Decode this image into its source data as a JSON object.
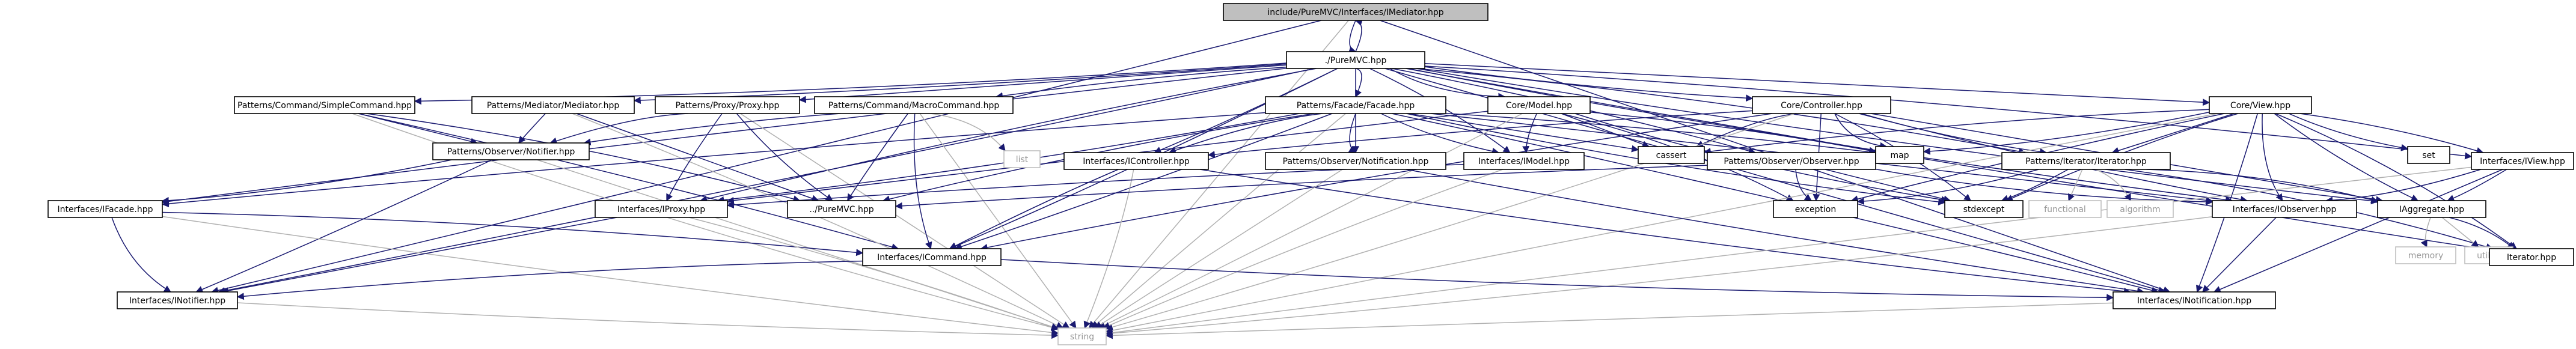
{
  "graph": {
    "root": "include/PureMVC/Interfaces/IMediator.hpp",
    "nodes": [
      {
        "id": "IMediator",
        "label": "include/PureMVC/Interfaces/IMediator.hpp",
        "kind": "root"
      },
      {
        "id": "PureMVC",
        "label": "./PureMVC.hpp",
        "kind": "file"
      },
      {
        "id": "SimpleCommand",
        "label": "Patterns/Command/SimpleCommand.hpp",
        "kind": "file"
      },
      {
        "id": "Mediator",
        "label": "Patterns/Mediator/Mediator.hpp",
        "kind": "file"
      },
      {
        "id": "Proxy",
        "label": "Patterns/Proxy/Proxy.hpp",
        "kind": "file"
      },
      {
        "id": "MacroCommand",
        "label": "Patterns/Command/MacroCommand.hpp",
        "kind": "file"
      },
      {
        "id": "Facade",
        "label": "Patterns/Facade/Facade.hpp",
        "kind": "file"
      },
      {
        "id": "Model",
        "label": "Core/Model.hpp",
        "kind": "file"
      },
      {
        "id": "Controller",
        "label": "Core/Controller.hpp",
        "kind": "file"
      },
      {
        "id": "View",
        "label": "Core/View.hpp",
        "kind": "file"
      },
      {
        "id": "Notifier",
        "label": "Patterns/Observer/Notifier.hpp",
        "kind": "file"
      },
      {
        "id": "list",
        "label": "list",
        "kind": "system"
      },
      {
        "id": "IController",
        "label": "Interfaces/IController.hpp",
        "kind": "file"
      },
      {
        "id": "Notification",
        "label": "Patterns/Observer/Notification.hpp",
        "kind": "file"
      },
      {
        "id": "IModel",
        "label": "Interfaces/IModel.hpp",
        "kind": "file"
      },
      {
        "id": "cassert",
        "label": "cassert",
        "kind": "file"
      },
      {
        "id": "Observer",
        "label": "Patterns/Observer/Observer.hpp",
        "kind": "file"
      },
      {
        "id": "map",
        "label": "map",
        "kind": "file"
      },
      {
        "id": "Iterator",
        "label": "Patterns/Iterator/Iterator.hpp",
        "kind": "file"
      },
      {
        "id": "set",
        "label": "set",
        "kind": "file"
      },
      {
        "id": "IView",
        "label": "Interfaces/IView.hpp",
        "kind": "file"
      },
      {
        "id": "IFacade",
        "label": "Interfaces/IFacade.hpp",
        "kind": "file"
      },
      {
        "id": "IProxy",
        "label": "Interfaces/IProxy.hpp",
        "kind": "file"
      },
      {
        "id": "PureMVC2",
        "label": "../PureMVC.hpp",
        "kind": "file"
      },
      {
        "id": "exception",
        "label": "exception",
        "kind": "file"
      },
      {
        "id": "stdexcept",
        "label": "stdexcept",
        "kind": "file"
      },
      {
        "id": "functional",
        "label": "functional",
        "kind": "system"
      },
      {
        "id": "algorithm",
        "label": "algorithm",
        "kind": "system"
      },
      {
        "id": "IObserver",
        "label": "Interfaces/IObserver.hpp",
        "kind": "file"
      },
      {
        "id": "IAggregate",
        "label": "IAggregate.hpp",
        "kind": "file"
      },
      {
        "id": "ICommand",
        "label": "Interfaces/ICommand.hpp",
        "kind": "file"
      },
      {
        "id": "memory",
        "label": "memory",
        "kind": "system"
      },
      {
        "id": "utility",
        "label": "utility",
        "kind": "system"
      },
      {
        "id": "IteratorHpp",
        "label": "Iterator.hpp",
        "kind": "file"
      },
      {
        "id": "INotifier",
        "label": "Interfaces/INotifier.hpp",
        "kind": "file"
      },
      {
        "id": "INotification",
        "label": "Interfaces/INotification.hpp",
        "kind": "file"
      },
      {
        "id": "string",
        "label": "string",
        "kind": "system"
      }
    ],
    "edges": [
      [
        "IMediator",
        "PureMVC"
      ],
      [
        "IMediator",
        "INotifier"
      ],
      [
        "IMediator",
        "INotification"
      ],
      [
        "IMediator",
        "string"
      ],
      [
        "PureMVC",
        "IMediator"
      ],
      [
        "PureMVC",
        "SimpleCommand"
      ],
      [
        "PureMVC",
        "Mediator"
      ],
      [
        "PureMVC",
        "Proxy"
      ],
      [
        "PureMVC",
        "MacroCommand"
      ],
      [
        "PureMVC",
        "Facade"
      ],
      [
        "PureMVC",
        "Model"
      ],
      [
        "PureMVC",
        "Controller"
      ],
      [
        "PureMVC",
        "View"
      ],
      [
        "PureMVC",
        "IFacade"
      ],
      [
        "PureMVC",
        "IProxy"
      ],
      [
        "PureMVC",
        "ICommand"
      ],
      [
        "PureMVC",
        "INotifier"
      ],
      [
        "PureMVC",
        "INotification"
      ],
      [
        "PureMVC",
        "IModel"
      ],
      [
        "PureMVC",
        "IView"
      ],
      [
        "PureMVC",
        "IObserver"
      ],
      [
        "PureMVC",
        "IController"
      ],
      [
        "PureMVC",
        "Notification"
      ],
      [
        "PureMVC",
        "Observer"
      ],
      [
        "PureMVC",
        "Iterator"
      ],
      [
        "PureMVC",
        "IAggregate"
      ],
      [
        "PureMVC",
        "IteratorHpp"
      ],
      [
        "SimpleCommand",
        "Notifier"
      ],
      [
        "SimpleCommand",
        "ICommand"
      ],
      [
        "SimpleCommand",
        "PureMVC2"
      ],
      [
        "SimpleCommand",
        "string"
      ],
      [
        "Mediator",
        "Notifier"
      ],
      [
        "Mediator",
        "PureMVC2"
      ],
      [
        "Mediator",
        "string"
      ],
      [
        "Proxy",
        "Notifier"
      ],
      [
        "Proxy",
        "IProxy"
      ],
      [
        "Proxy",
        "PureMVC2"
      ],
      [
        "Proxy",
        "string"
      ],
      [
        "MacroCommand",
        "Notifier"
      ],
      [
        "MacroCommand",
        "list"
      ],
      [
        "MacroCommand",
        "ICommand"
      ],
      [
        "MacroCommand",
        "PureMVC2"
      ],
      [
        "MacroCommand",
        "string"
      ],
      [
        "Facade",
        "IFacade"
      ],
      [
        "Facade",
        "IController"
      ],
      [
        "Facade",
        "Notification"
      ],
      [
        "Facade",
        "IModel"
      ],
      [
        "Facade",
        "cassert"
      ],
      [
        "Facade",
        "map"
      ],
      [
        "Facade",
        "PureMVC2"
      ],
      [
        "Facade",
        "IProxy"
      ],
      [
        "Facade",
        "ICommand"
      ],
      [
        "Facade",
        "IObserver"
      ],
      [
        "Facade",
        "INotification"
      ],
      [
        "Facade",
        "string"
      ],
      [
        "Facade",
        "stdexcept"
      ],
      [
        "Model",
        "IModel"
      ],
      [
        "Model",
        "cassert"
      ],
      [
        "Model",
        "map"
      ],
      [
        "Model",
        "exception"
      ],
      [
        "Model",
        "stdexcept"
      ],
      [
        "Model",
        "string"
      ],
      [
        "Model",
        "IProxy"
      ],
      [
        "Controller",
        "IController"
      ],
      [
        "Controller",
        "cassert"
      ],
      [
        "Controller",
        "map"
      ],
      [
        "Controller",
        "Iterator"
      ],
      [
        "Controller",
        "exception"
      ],
      [
        "Controller",
        "stdexcept"
      ],
      [
        "Controller",
        "ICommand"
      ],
      [
        "Controller",
        "string"
      ],
      [
        "Controller",
        "IObserver"
      ],
      [
        "Controller",
        "IAggregate"
      ],
      [
        "View",
        "IView"
      ],
      [
        "View",
        "cassert"
      ],
      [
        "View",
        "map"
      ],
      [
        "View",
        "set"
      ],
      [
        "View",
        "Iterator"
      ],
      [
        "View",
        "exception"
      ],
      [
        "View",
        "stdexcept"
      ],
      [
        "View",
        "IObserver"
      ],
      [
        "View",
        "IAggregate"
      ],
      [
        "View",
        "string"
      ],
      [
        "View",
        "INotification"
      ],
      [
        "View",
        "IteratorHpp"
      ],
      [
        "Notifier",
        "IFacade"
      ],
      [
        "Notifier",
        "INotifier"
      ],
      [
        "Notifier",
        "string"
      ],
      [
        "IController",
        "ICommand"
      ],
      [
        "IController",
        "string"
      ],
      [
        "IController",
        "INotification"
      ],
      [
        "Notification",
        "INotification"
      ],
      [
        "Notification",
        "string"
      ],
      [
        "IModel",
        "IProxy"
      ],
      [
        "IModel",
        "string"
      ],
      [
        "Observer",
        "IObserver"
      ],
      [
        "Observer",
        "exception"
      ],
      [
        "Observer",
        "stdexcept"
      ],
      [
        "Observer",
        "PureMVC2"
      ],
      [
        "Iterator",
        "IAggregate"
      ],
      [
        "Iterator",
        "exception"
      ],
      [
        "Iterator",
        "stdexcept"
      ],
      [
        "Iterator",
        "functional"
      ],
      [
        "Iterator",
        "algorithm"
      ],
      [
        "Iterator",
        "IteratorHpp"
      ],
      [
        "IView",
        "IObserver"
      ],
      [
        "IView",
        "IAggregate"
      ],
      [
        "IView",
        "INotification"
      ],
      [
        "IView",
        "string"
      ],
      [
        "IFacade",
        "ICommand"
      ],
      [
        "IFacade",
        "INotifier"
      ],
      [
        "IFacade",
        "string"
      ],
      [
        "IProxy",
        "INotifier"
      ],
      [
        "IProxy",
        "string"
      ],
      [
        "IObserver",
        "INotification"
      ],
      [
        "IObserver",
        "string"
      ],
      [
        "IAggregate",
        "memory"
      ],
      [
        "IAggregate",
        "utility"
      ],
      [
        "IAggregate",
        "IteratorHpp"
      ],
      [
        "ICommand",
        "INotifier"
      ],
      [
        "ICommand",
        "INotification"
      ],
      [
        "INotifier",
        "string"
      ],
      [
        "INotification",
        "string"
      ]
    ]
  }
}
